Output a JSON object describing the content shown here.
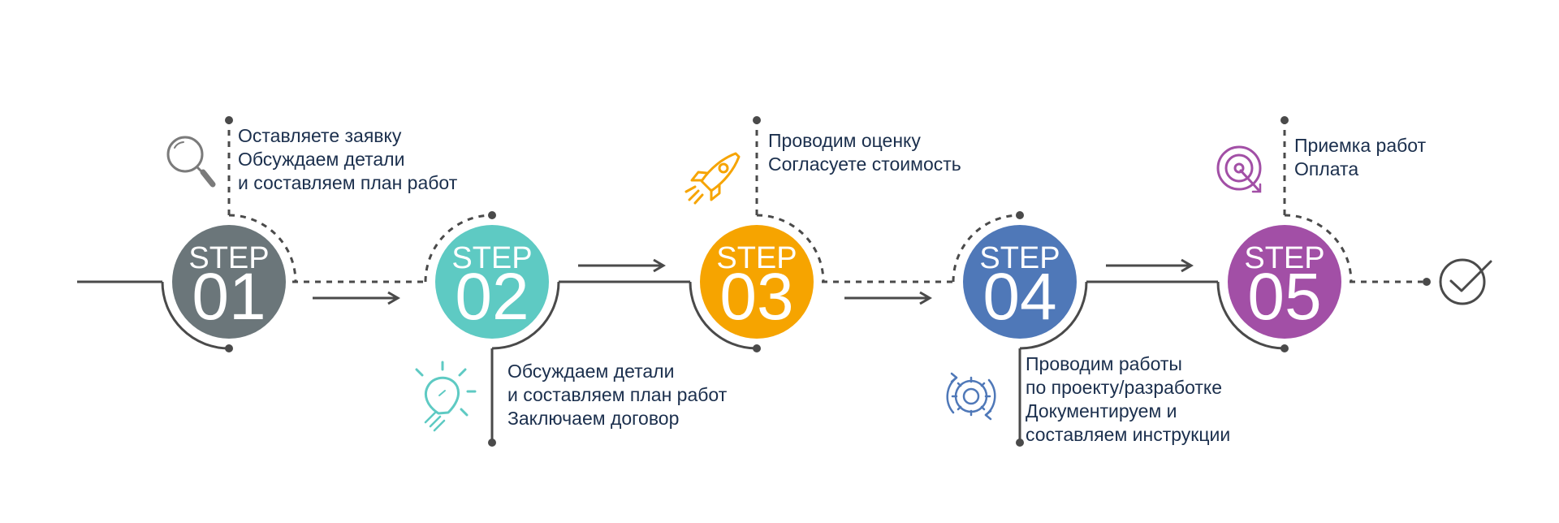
{
  "colors": {
    "line": "#4a4a4a",
    "step1": "#6b767a",
    "step2": "#5ecac3",
    "step3": "#f6a400",
    "step4": "#4f78b8",
    "step5": "#a24fa6",
    "text": "#1b2f4d"
  },
  "steps": [
    {
      "word": "STEP",
      "number": "01",
      "icon": "magnifier-icon",
      "lines": [
        "Оставляете заявку",
        "Обсуждаем детали",
        "и составляем план работ"
      ]
    },
    {
      "word": "STEP",
      "number": "02",
      "icon": "lightbulb-icon",
      "lines": [
        "Обсуждаем детали",
        "и составляем план работ",
        "Заключаем договор"
      ]
    },
    {
      "word": "STEP",
      "number": "03",
      "icon": "rocket-icon",
      "lines": [
        "Проводим оценку",
        "Согласуете стоимость"
      ]
    },
    {
      "word": "STEP",
      "number": "04",
      "icon": "gear-icon",
      "lines": [
        "Проводим работы",
        "по проекту/разработке",
        "Документируем и",
        "составляем инструкции"
      ]
    },
    {
      "word": "STEP",
      "number": "05",
      "icon": "target-icon",
      "lines": [
        "Приемка работ",
        "Оплата"
      ]
    }
  ],
  "end_icon": "checkmark-circle-icon"
}
